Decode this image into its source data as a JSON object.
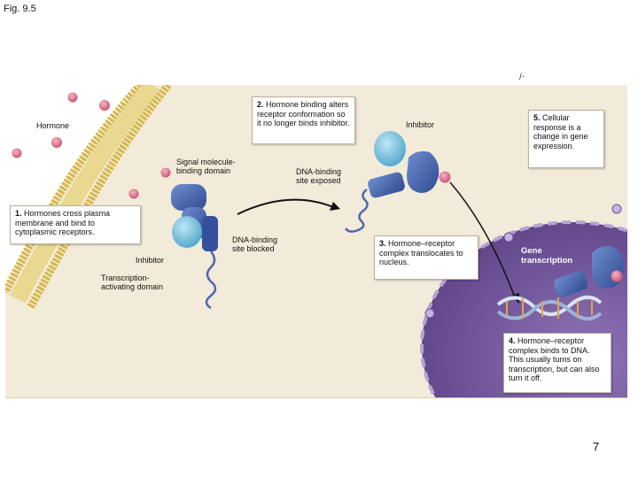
{
  "header": {
    "figure_label": "Fig. 9.5"
  },
  "footer": {
    "page_number": "7"
  },
  "labels": {
    "hormone": "Hormone",
    "signal_domain": "Signal molecule-\nbinding domain",
    "dna_site_blocked": "DNA-binding\nsite blocked",
    "inhibitor_left": "Inhibitor",
    "transcription_domain": "Transcription-\nactivating domain",
    "inhibitor_right": "Inhibitor",
    "dna_site_exposed": "DNA-binding\nsite exposed",
    "gene_transcription": "Gene\ntranscription"
  },
  "steps": [
    {
      "num": "1.",
      "text": "Hormones cross plasma membrane and bind to cytoplasmic receptors."
    },
    {
      "num": "2.",
      "text": "Hormone binding alters receptor conformation so it no longer binds inhibitor."
    },
    {
      "num": "3.",
      "text": "Hormone–receptor complex translocates to nucleus."
    },
    {
      "num": "4.",
      "text": "Hormone–receptor complex binds to DNA. This usually turns on transcription, but can also turn it off."
    },
    {
      "num": "5.",
      "text": "Cellular response is a change in gene expression."
    }
  ],
  "colors": {
    "background": "#f3ebd9",
    "membrane_head": "#d6b84a",
    "nucleus": "#7a5ea3",
    "receptor": "#3f5da8",
    "inhibitor": "#7cc3e0",
    "hormone": "#e2708a"
  }
}
